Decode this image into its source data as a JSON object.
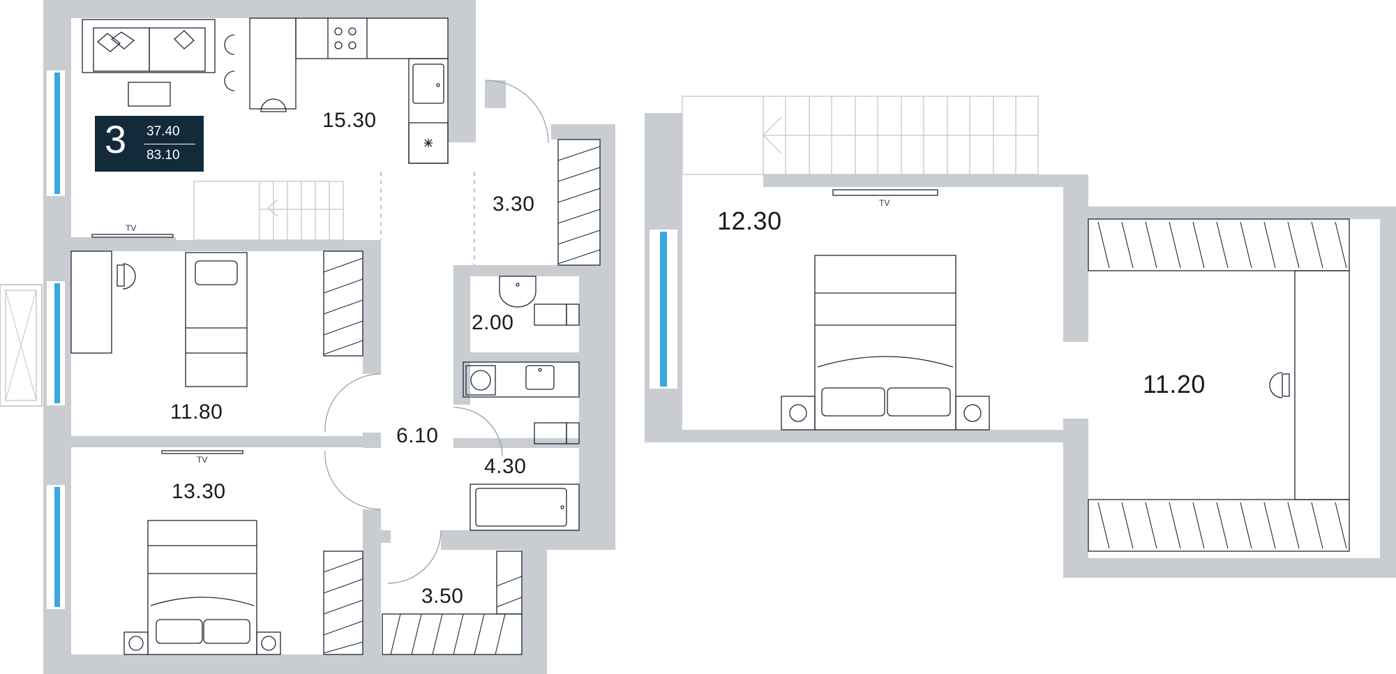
{
  "badge": {
    "rooms": "3",
    "living_area": "37.40",
    "total_area": "83.10"
  },
  "rooms": [
    {
      "id": "kitchen-living",
      "area": "15.30"
    },
    {
      "id": "wardrobe",
      "area": "3.30"
    },
    {
      "id": "toilet",
      "area": "2.00"
    },
    {
      "id": "bedroom-1",
      "area": "11.80"
    },
    {
      "id": "hallway",
      "area": "6.10"
    },
    {
      "id": "bathroom",
      "area": "4.30"
    },
    {
      "id": "bedroom-2",
      "area": "13.30"
    },
    {
      "id": "storage",
      "area": "3.50"
    },
    {
      "id": "attic-bedroom",
      "area": "12.30"
    },
    {
      "id": "attic-room",
      "area": "11.20"
    }
  ],
  "tv_label": "TV",
  "colors": {
    "wall": "#c9ccd1",
    "window": "#3aa7e0",
    "badge_bg": "#132a3a",
    "line": "#1c2633",
    "stair": "#c4c7cc"
  }
}
